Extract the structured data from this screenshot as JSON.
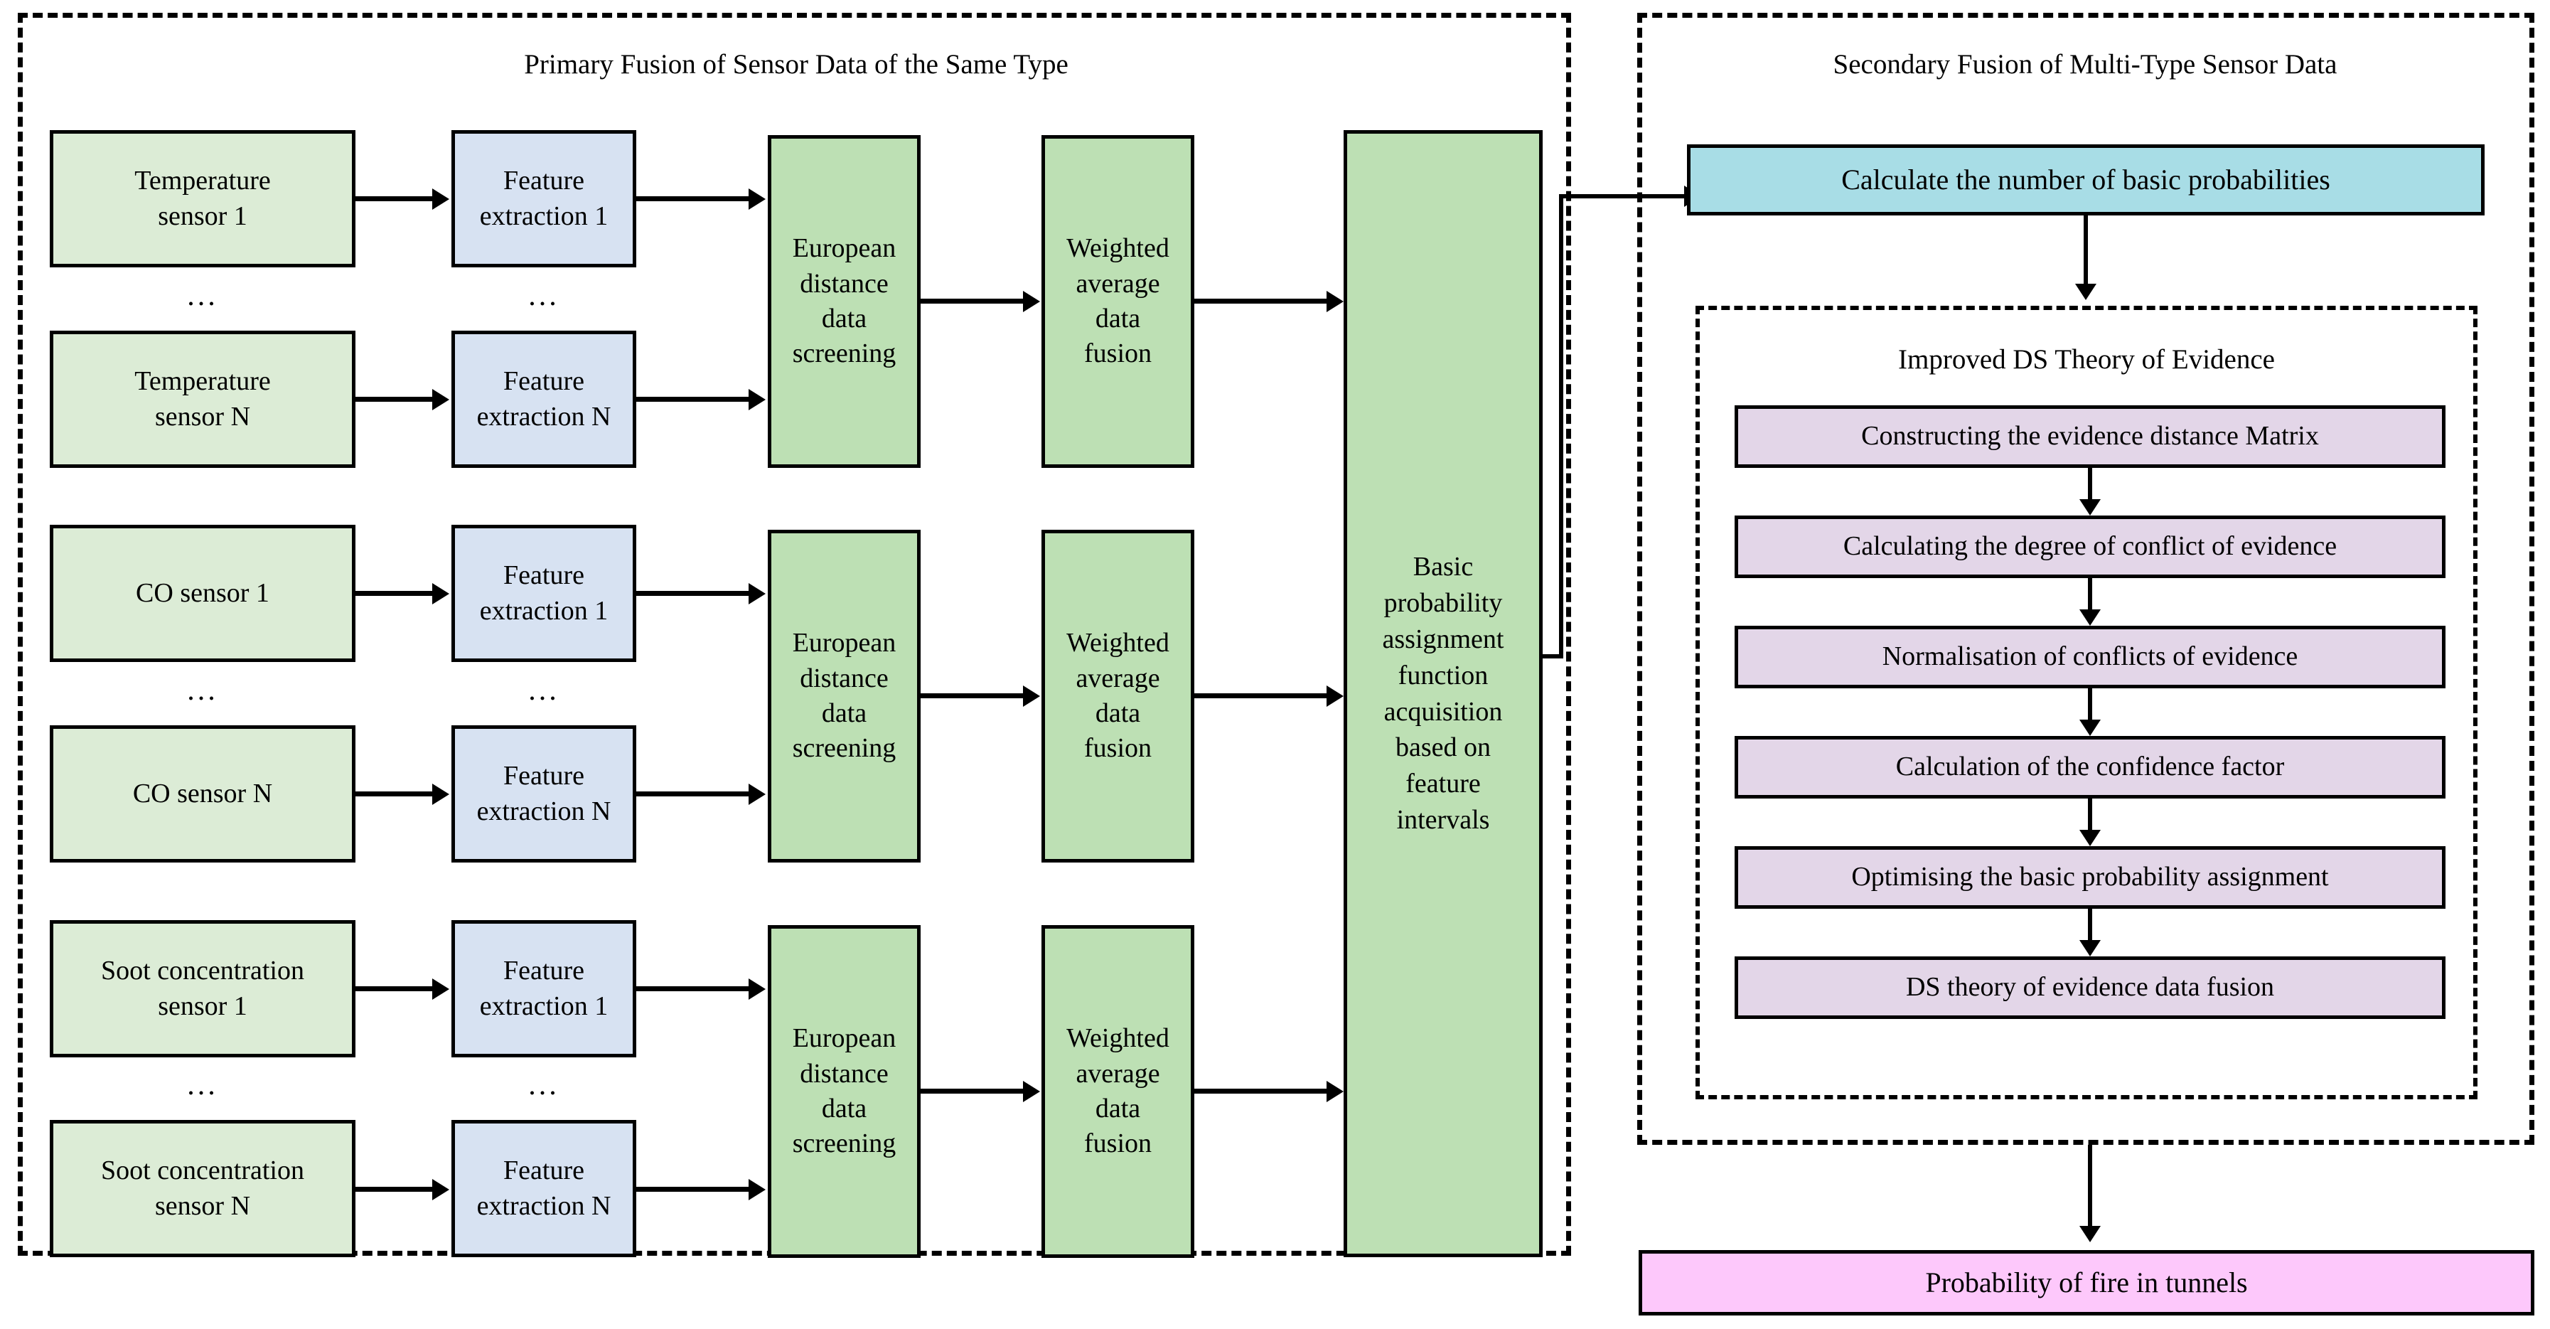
{
  "panels": {
    "primary": {
      "title": "Primary Fusion of Sensor Data of the Same Type"
    },
    "secondary": {
      "title": "Secondary Fusion of Multi-Type Sensor Data"
    },
    "ds": {
      "title": "Improved DS Theory of Evidence"
    }
  },
  "colors": {
    "sensor_green": "#dcecd6",
    "feature_blue": "#d7e2f2",
    "process_green": "#bde0b4",
    "cyan": "#a8dde6",
    "lavender": "#e3d6e8",
    "pink": "#fdc8fb",
    "stroke": "#000000"
  },
  "ellipsis": "...",
  "sensor_groups": [
    {
      "id": "temperature",
      "sensor_first": "Temperature\nsensor 1",
      "sensor_last": "Temperature\nsensor N",
      "feature_first": "Feature\nextraction 1",
      "feature_last": "Feature\nextraction N",
      "screening": "European\ndistance\ndata\nscreening",
      "fusion": "Weighted\naverage\ndata\nfusion"
    },
    {
      "id": "co",
      "sensor_first": "CO sensor 1",
      "sensor_last": "CO sensor N",
      "feature_first": "Feature\nextraction 1",
      "feature_last": "Feature\nextraction N",
      "screening": "European\ndistance\ndata\nscreening",
      "fusion": "Weighted\naverage\ndata\nfusion"
    },
    {
      "id": "soot",
      "sensor_first": "Soot concentration\nsensor 1",
      "sensor_last": "Soot concentration\nsensor N",
      "feature_first": "Feature\nextraction 1",
      "feature_last": "Feature\nextraction N",
      "screening": "European\ndistance\ndata\nscreening",
      "fusion": "Weighted\naverage\ndata\nfusion"
    }
  ],
  "bpa_box": {
    "label": "Basic\nprobability\nassignment\nfunction\nacquisition\nbased on\nfeature\nintervals"
  },
  "secondary": {
    "calculate_box": "Calculate the number of basic probabilities",
    "ds_steps": [
      "Constructing the evidence distance Matrix",
      "Calculating the degree of conflict of evidence",
      "Normalisation of conflicts of evidence",
      "Calculation of the confidence factor",
      "Optimising the basic probability assignment",
      "DS theory of evidence data fusion"
    ],
    "result_box": "Probability of fire in tunnels"
  }
}
